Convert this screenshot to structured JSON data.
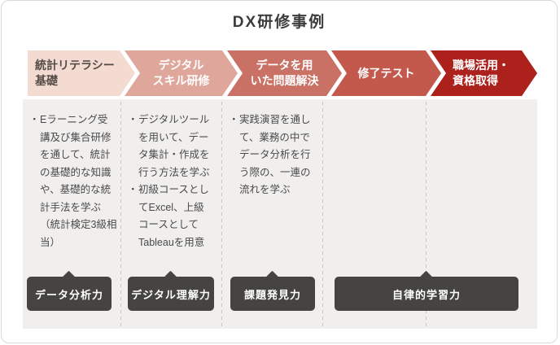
{
  "title": "DX研修事例",
  "bullet_marker": "・",
  "steps": [
    {
      "label": "統計リテラシー\n基礎",
      "color": "#f3dbd1",
      "text_color": "#544b47"
    },
    {
      "label": "デジタル\nスキル研修",
      "color": "#dfa79c",
      "text_color": "#ffffff"
    },
    {
      "label": "データを用\nいた問題解決",
      "color": "#c97164",
      "text_color": "#ffffff"
    },
    {
      "label": "修了テスト",
      "color": "#c3584c",
      "text_color": "#ffffff"
    },
    {
      "label": "職場活用・\n資格取得",
      "color": "#ac211c",
      "text_color": "#ffffff"
    }
  ],
  "columns": [
    {
      "bullets": [
        "Eラーニング受\n講及び集合研修\nを通して、統計\nの基礎的な知識\nや、基礎的な統\n計手法を学ぶ\n（統計検定3級相\n当）"
      ]
    },
    {
      "bullets": [
        "デジタルツール\nを用いて、デー\nタ集計・作成を\n行う方法を学ぶ",
        "初級コースとし\nてExcel、上級\nコースとして\nTableauを用意"
      ]
    },
    {
      "bullets": [
        "実践演習を通し\nて、業務の中で\nデータ分析を行\nう際の、一連の\n流れを学ぶ"
      ]
    }
  ],
  "skills": [
    {
      "label": "データ分析力"
    },
    {
      "label": "デジタル理解力"
    },
    {
      "label": "課題発見力"
    },
    {
      "label": "自律的学習力"
    }
  ],
  "colors": {
    "panel_bg": "#f0efee",
    "skill_box": "#454440",
    "divider": "#c3c2c0",
    "body_text": "#4a4a4a",
    "title_text": "#3c3c3c"
  }
}
